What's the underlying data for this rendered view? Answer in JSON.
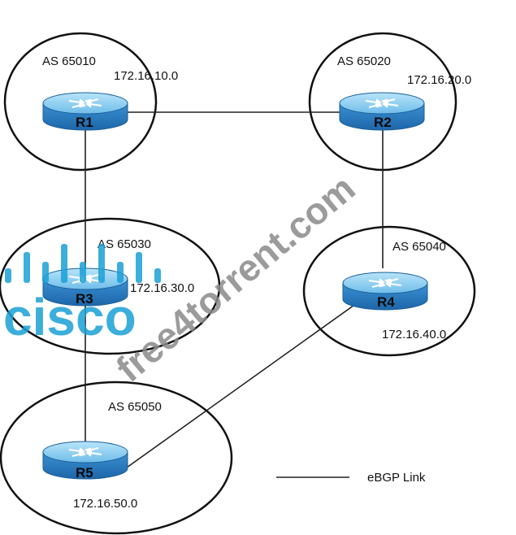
{
  "colors": {
    "router_top": "#8fd0f2",
    "router_body": "#2a7fc3",
    "router_edge": "#1a5e98",
    "link": "#222222",
    "cisco_blue": "#1ba0d7",
    "watermark": "#8a8a8a"
  },
  "icons": {
    "router": "router-icon",
    "logo": "cisco-logo"
  },
  "autonomous_systems": [
    {
      "as_label": "AS 65010",
      "network": "172.16.10.0",
      "router": "R1"
    },
    {
      "as_label": "AS 65020",
      "network": "172.16.20.0",
      "router": "R2"
    },
    {
      "as_label": "AS 65030",
      "network": "172.16.30.0",
      "router": "R3"
    },
    {
      "as_label": "AS 65040",
      "network": "172.16.40.0",
      "router": "R4"
    },
    {
      "as_label": "AS 65050",
      "network": "172.16.50.0",
      "router": "R5"
    }
  ],
  "links": [
    {
      "from": "R1",
      "to": "R2"
    },
    {
      "from": "R1",
      "to": "R3"
    },
    {
      "from": "R2",
      "to": "R4"
    },
    {
      "from": "R3",
      "to": "R5"
    },
    {
      "from": "R4",
      "to": "R5"
    }
  ],
  "legend": {
    "label": "eBGP Link"
  },
  "watermark": {
    "logo_text": "cisco",
    "site_text": "free4torrent.com"
  }
}
